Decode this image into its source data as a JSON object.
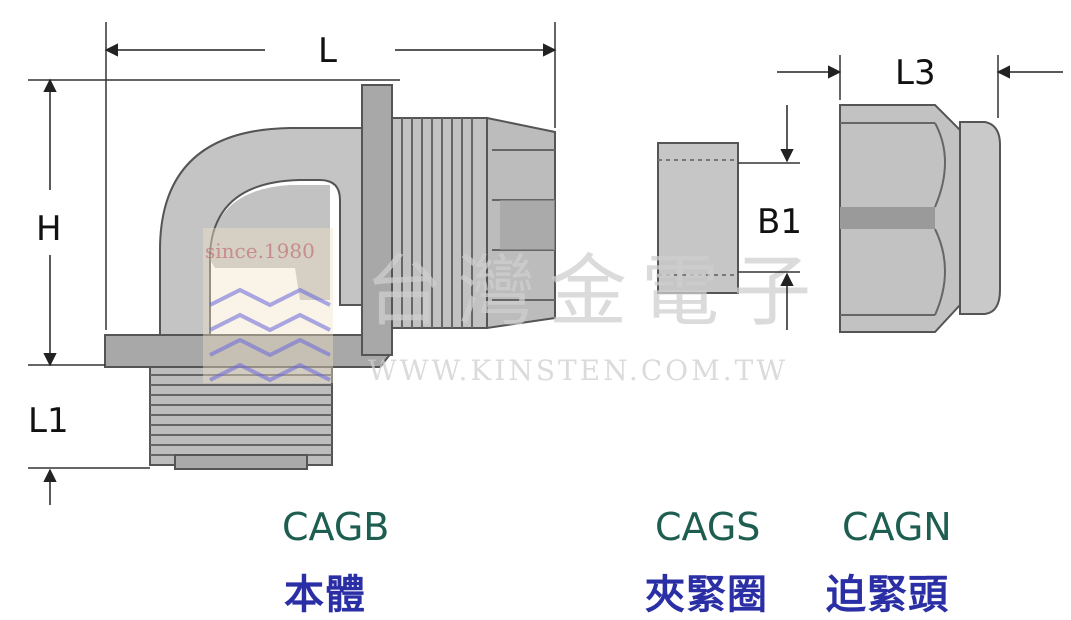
{
  "dimensions": {
    "length": "L",
    "height": "H",
    "thread_length": "L1",
    "nut_length": "L3",
    "seal_bore": "B1"
  },
  "parts": [
    {
      "code": "CAGB",
      "name": "本體"
    },
    {
      "code": "CAGS",
      "name": "夾緊圈"
    },
    {
      "code": "CAGN",
      "name": "迫緊頭"
    }
  ],
  "watermark": {
    "company_cn": "台灣金電子",
    "website": "WWW.KINSTEN.COM.TW",
    "since": "since.1980"
  },
  "colors": {
    "part_fill": "#c9c9c9",
    "part_dark": "#9a9a9a",
    "outline": "#555555",
    "code_text": "#1e5e50",
    "name_text": "#2b2fa6"
  }
}
